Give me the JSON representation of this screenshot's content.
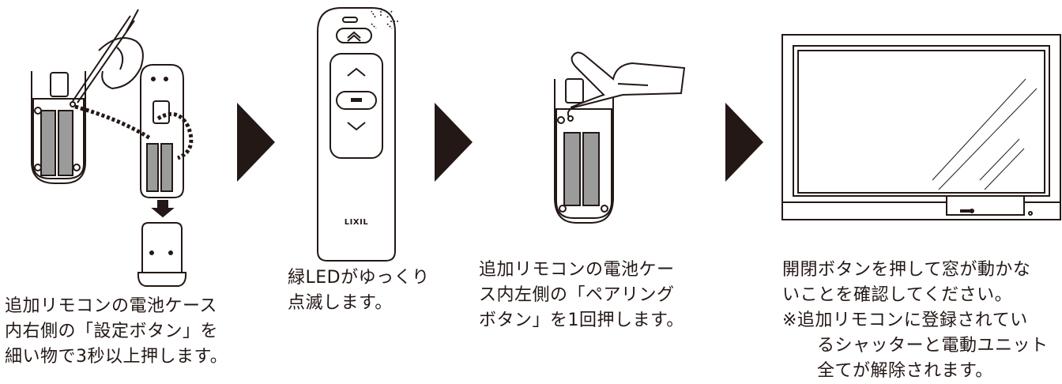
{
  "steps": [
    {
      "lines": [
        "追加リモコンの電池ケース",
        "内右側の「設定ボタン」を",
        "細い物で3秒以上押します。"
      ]
    },
    {
      "lines": [
        "緑LEDがゆっくり",
        "点滅します。"
      ]
    },
    {
      "lines": [
        "追加リモコンの電池ケー",
        "ス内左側の「ペアリング",
        "ボタン」を1回押します。"
      ]
    },
    {
      "lines": [
        "開閉ボタンを押して窓が動かな",
        "いことを確認してください。"
      ],
      "note": [
        "※追加リモコンに登録されてい",
        "るシャッターと電動ユニット",
        "全てが解除されます。"
      ]
    }
  ],
  "remote_brand": "LIXIL",
  "colors": {
    "ink": "#231815",
    "battery": "#9b9b9b",
    "white": "#ffffff"
  }
}
